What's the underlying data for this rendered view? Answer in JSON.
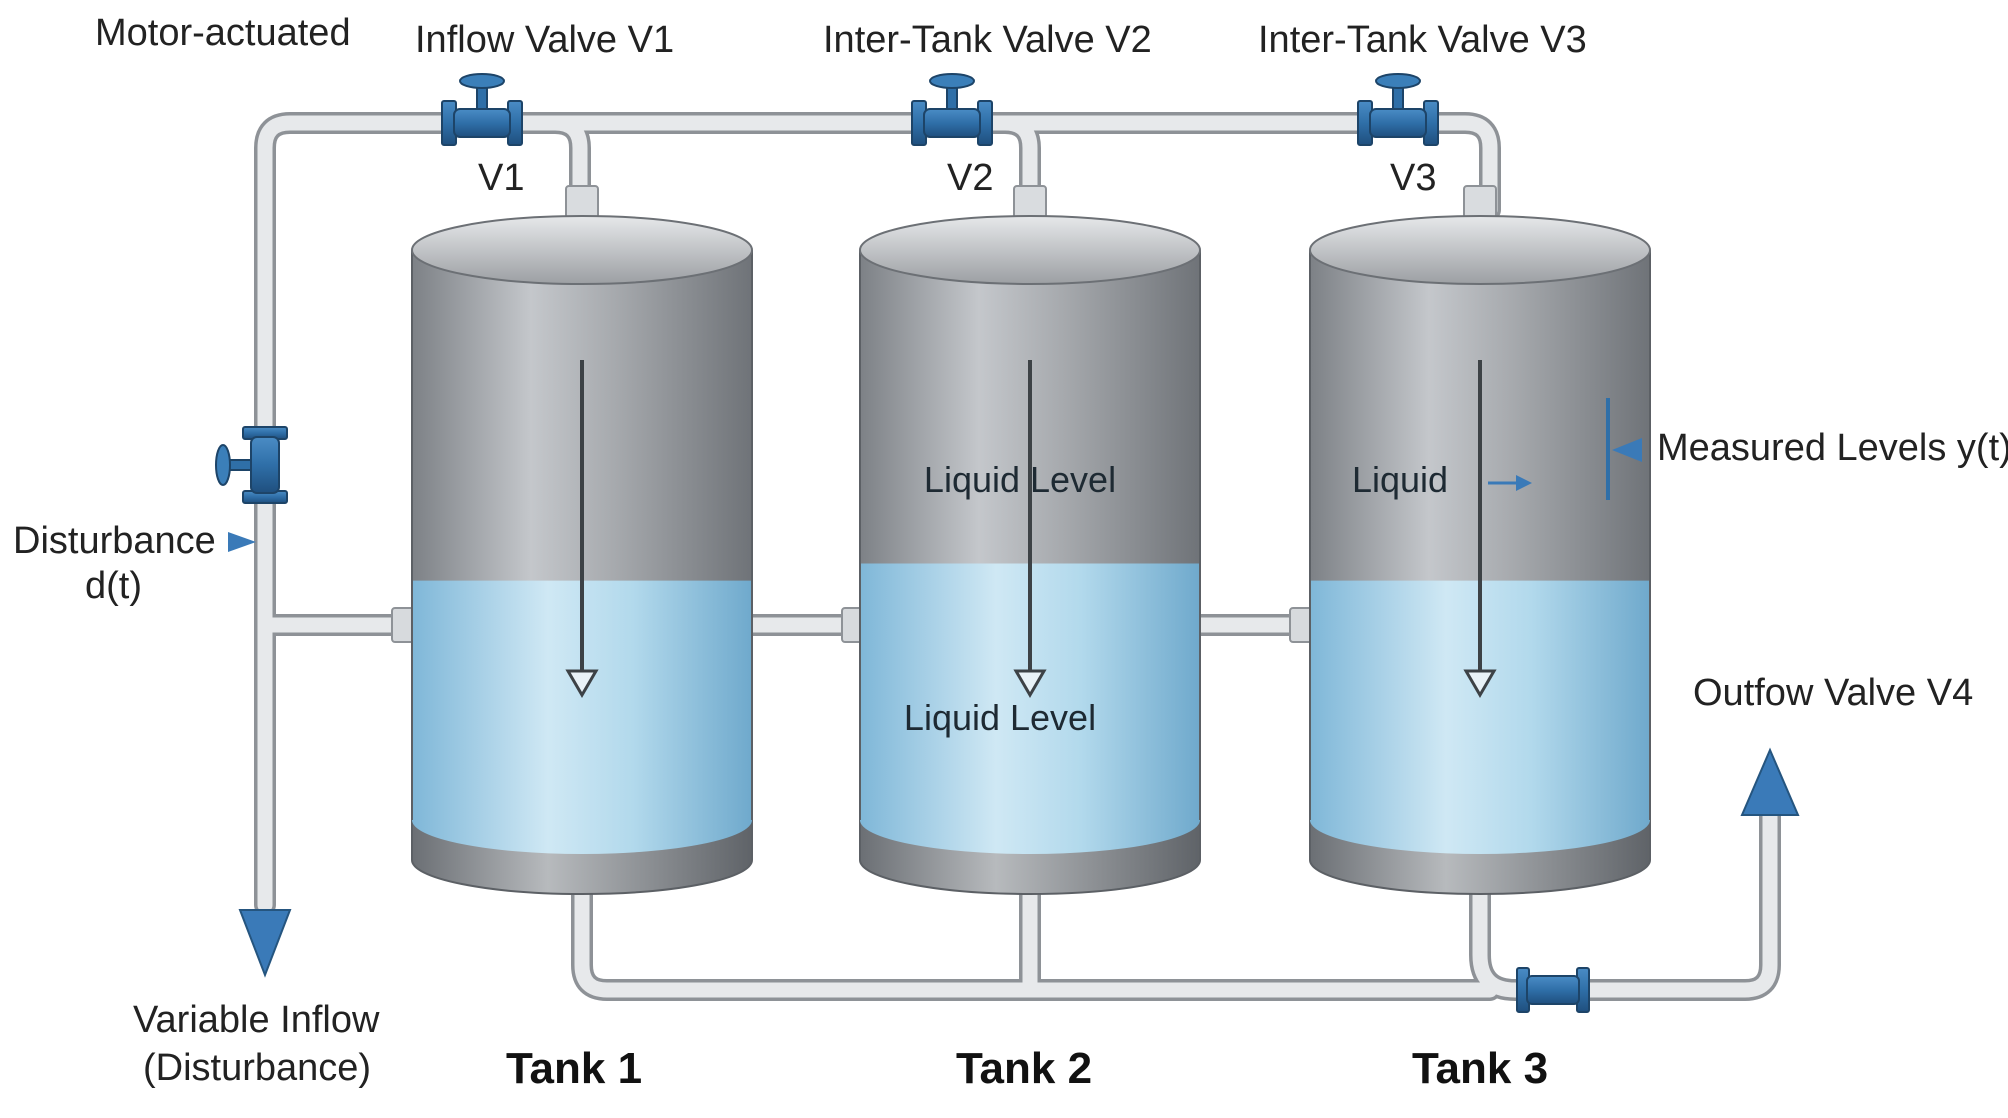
{
  "labels": {
    "motor_actuated": "Motor-actuated",
    "inflow_valve": "Inflow Valve V1",
    "inter_tank_v2": "Inter-Tank Valve V2",
    "inter_tank_v3": "Inter-Tank Valve V3",
    "v1": "V1",
    "v2": "V2",
    "v3": "V3",
    "disturbance_line1": "Disturbance",
    "disturbance_line2": "d(t)",
    "variable_inflow_line1": "Variable Inflow",
    "variable_inflow_line2": "(Disturbance)",
    "measured_levels": "Measured Levels y(t)",
    "outflow_valve": "Outfow Valve V4"
  },
  "tanks": [
    {
      "name": "Tank 1",
      "inner_labels": [],
      "fill_level": 0.42
    },
    {
      "name": "Tank 2",
      "inner_labels": [
        "Liquid Level",
        "Liquid Level"
      ],
      "fill_level": 0.45
    },
    {
      "name": "Tank 3",
      "inner_labels": [
        "Liquid"
      ],
      "fill_level": 0.42
    }
  ],
  "colors": {
    "liquid": "#a9d4ea",
    "tank_body": "#9a9da2",
    "valve_blue": "#2f6fa8",
    "pipe": "#d9dcdf",
    "arrow_blue": "#3a7ab8"
  }
}
